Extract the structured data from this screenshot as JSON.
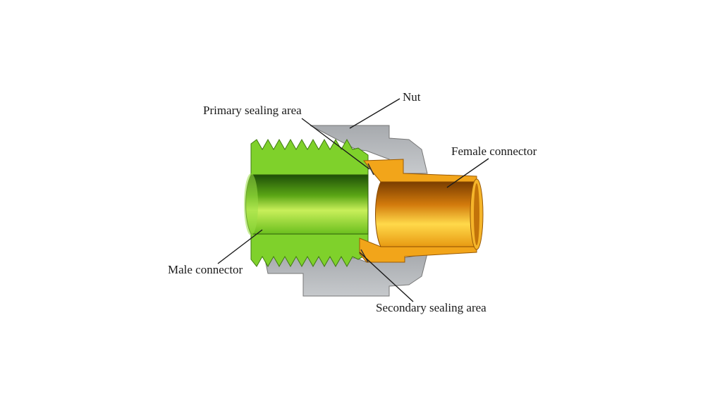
{
  "labels": {
    "nut": "Nut",
    "primary_sealing_area": "Primary sealing area",
    "female_connector": "Female connector",
    "male_connector": "Male connector",
    "secondary_sealing_area": "Secondary sealing area"
  },
  "colors": {
    "nut": "#b9bcc0",
    "male_connector": "#7fd12b",
    "female_connector": "#f2a51a",
    "leader_line": "#1a1a1a"
  }
}
